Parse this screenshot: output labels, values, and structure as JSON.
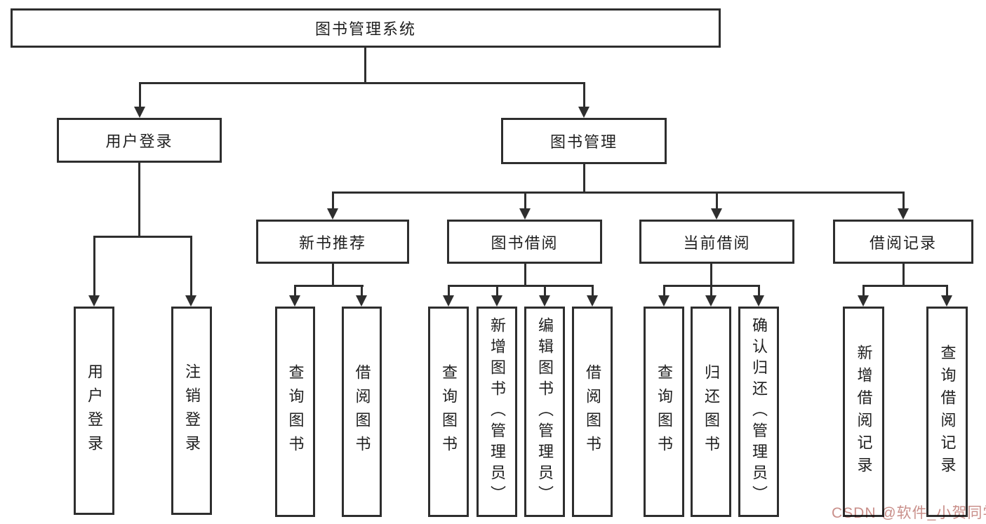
{
  "tree": {
    "title": "图书管理系统",
    "children": [
      {
        "label": "用户登录",
        "leaves": [
          "用户登录",
          "注销登录"
        ]
      },
      {
        "label": "图书管理",
        "children": [
          {
            "label": "新书推荐",
            "leaves": [
              "查询图书",
              "借阅图书"
            ]
          },
          {
            "label": "图书借阅",
            "leaves": [
              "查询图书",
              "新增图书（管理员）",
              "编辑图书（管理员）",
              "借阅图书"
            ]
          },
          {
            "label": "当前借阅",
            "leaves": [
              "查询图书",
              "归还图书",
              "确认归还（管理员）"
            ]
          },
          {
            "label": "借阅记录",
            "leaves": [
              "新增借阅记录",
              "查询借阅记录"
            ]
          }
        ]
      }
    ]
  },
  "watermark": {
    "text": "CSDN @软件_小贺同学"
  },
  "colors": {
    "line": "#2e2e2e",
    "text": "#1f1f1f",
    "watermark": "#c98f8a",
    "background": "#ffffff"
  }
}
